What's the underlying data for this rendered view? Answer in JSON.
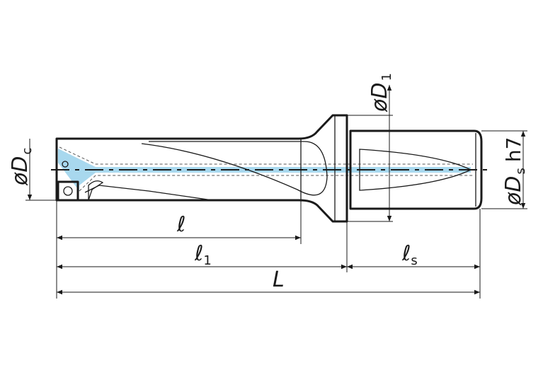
{
  "dimensions": {
    "dc": {
      "symbol": "øD",
      "sub": "c"
    },
    "d1": {
      "symbol": "øD",
      "sub": "1"
    },
    "ds": {
      "symbol": "øD",
      "sub": "s",
      "tolerance": "h7"
    },
    "l": {
      "symbol": "ℓ"
    },
    "l1": {
      "symbol": "ℓ",
      "sub": "1"
    },
    "ls": {
      "symbol": "ℓ",
      "sub": "s"
    },
    "L": {
      "symbol": "L"
    }
  },
  "colors": {
    "coolant": "#a8d8ee",
    "line": "#1a1a1a"
  }
}
